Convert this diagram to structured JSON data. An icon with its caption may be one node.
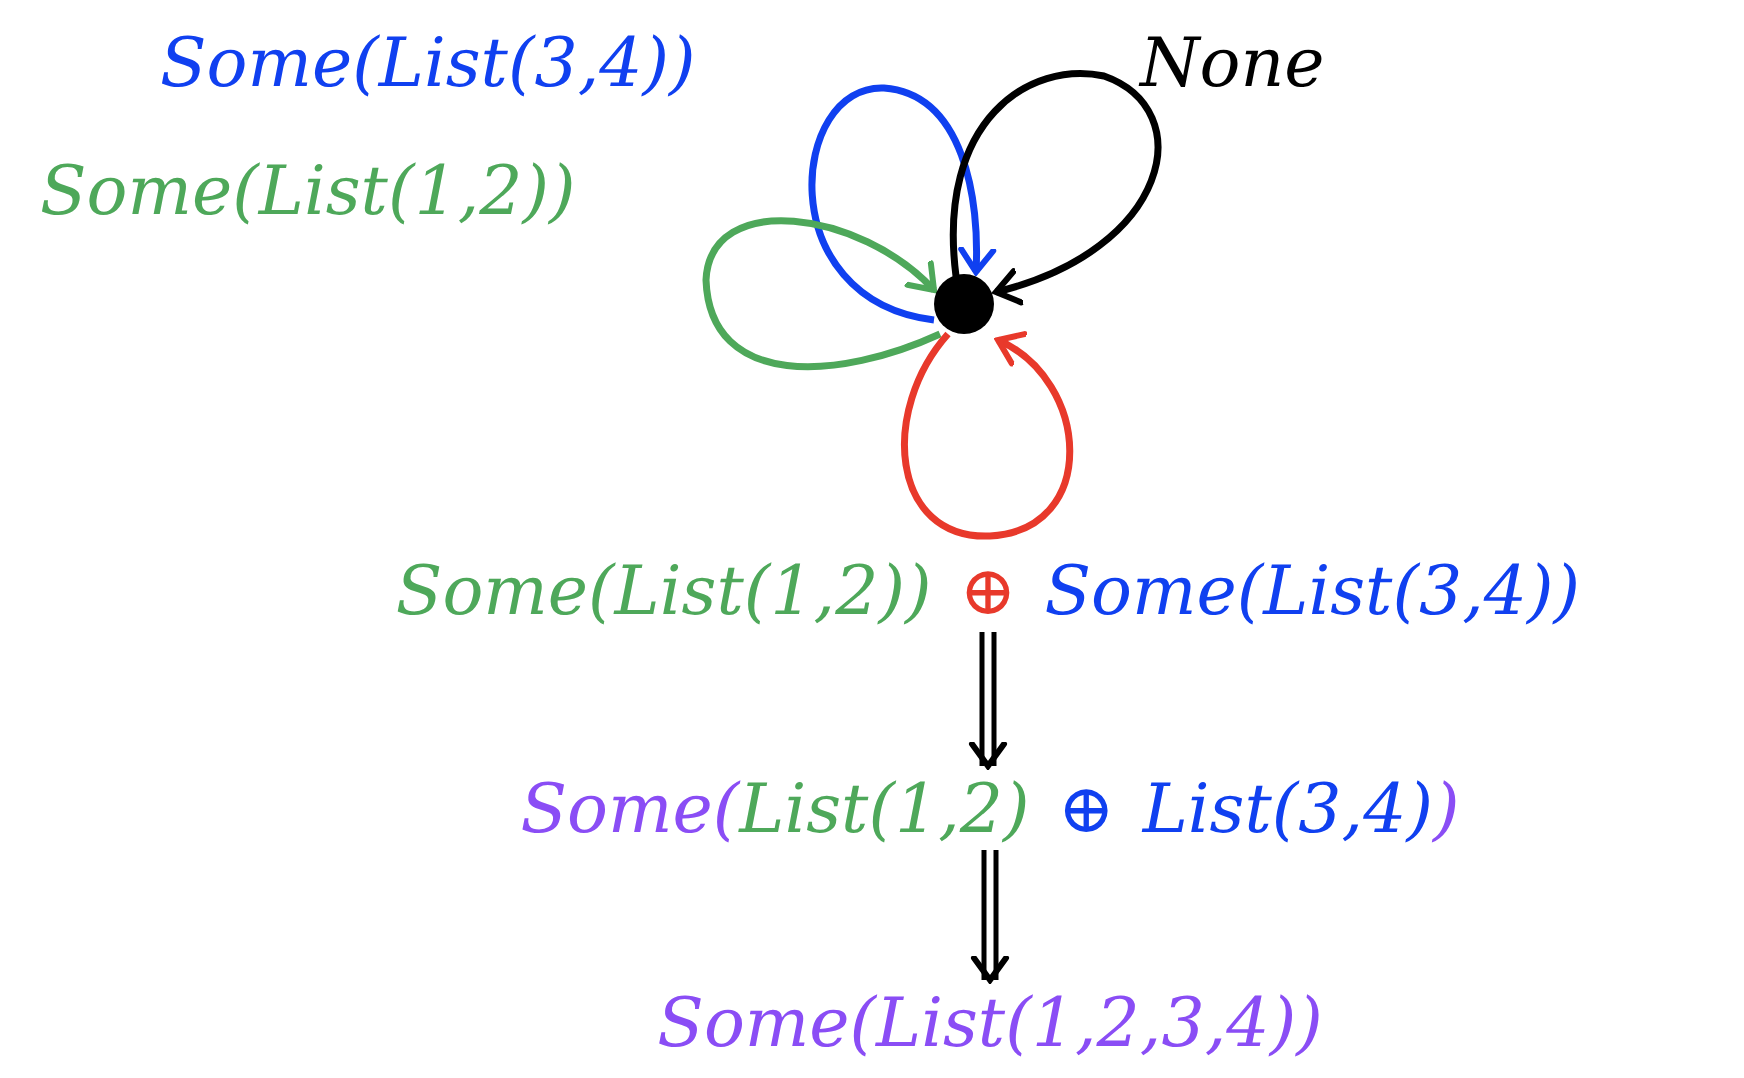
{
  "diagram": {
    "nodes": [
      {
        "text": [],
        "shape": "circle"
      },
      {
        "text": [
          "Some(List(1,2))",
          "⊕",
          "Some(List(3,4))"
        ]
      },
      {
        "text": [
          "Some(",
          "List(1,2)",
          "⊕",
          "List(3,4)",
          ")"
        ]
      },
      {
        "text": [
          "Some(List(1,2,3,4))"
        ]
      }
    ],
    "edges": [
      {
        "from": 0,
        "to": 0,
        "arrow": "to",
        "label": "Some(List(3,4))",
        "color": "#1040f0"
      },
      {
        "from": 0,
        "to": 0,
        "arrow": "to",
        "label": "None",
        "color": "#000000"
      },
      {
        "from": 0,
        "to": 0,
        "arrow": "to",
        "label": "Some(List(1,2))",
        "color": "#4ea85a"
      },
      {
        "from": 0,
        "to": 0,
        "arrow": "to",
        "color": "#e8392b"
      },
      {
        "from": 1,
        "to": 2,
        "arrow": "to"
      },
      {
        "from": 2,
        "to": 3,
        "arrow": "to"
      }
    ]
  }
}
